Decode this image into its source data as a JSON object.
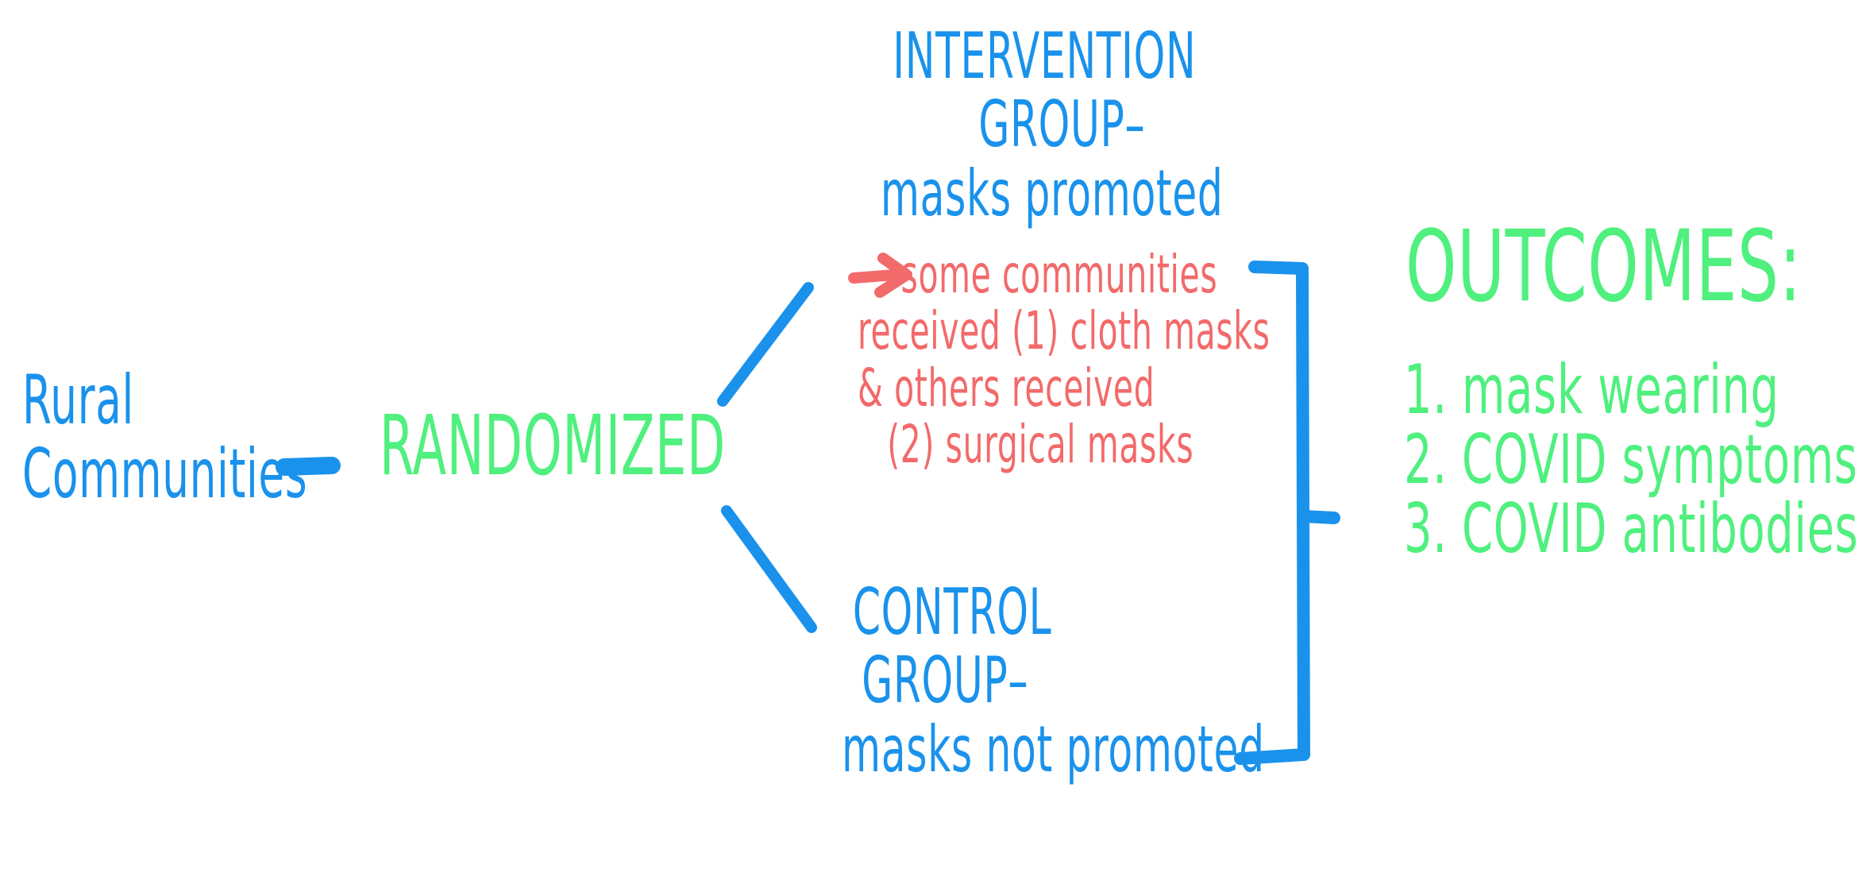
{
  "nodes": {
    "rural": [
      "Rural",
      "Communities"
    ],
    "randomized": "RANDOMIZED",
    "intervention": [
      "INTERVENTION",
      "GROUP–",
      "masks promoted"
    ],
    "intervention_note": [
      "some communities",
      "received (1) cloth masks",
      "& others received",
      "(2) surgical masks"
    ],
    "control": [
      "CONTROL",
      "GROUP–",
      "masks not promoted"
    ],
    "outcomes_title": "OUTCOMES:",
    "outcomes": [
      "1. mask wearing",
      "2. COVID symptoms",
      "3. COVID antibodies"
    ]
  },
  "colors": {
    "blue": "#1a92ec",
    "green": "#4ff07e",
    "red": "#f26a6a"
  }
}
